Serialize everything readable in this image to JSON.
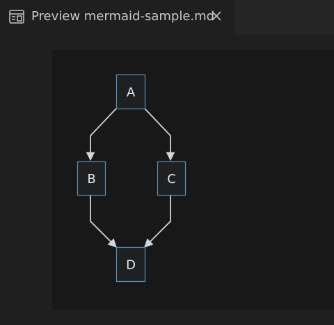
{
  "tab": {
    "title": "Preview mermaid-sample.md",
    "icon": "preview-icon",
    "close_icon": "close-icon"
  },
  "diagram": {
    "type": "flowchart",
    "nodes": [
      {
        "id": "A",
        "label": "A"
      },
      {
        "id": "B",
        "label": "B"
      },
      {
        "id": "C",
        "label": "C"
      },
      {
        "id": "D",
        "label": "D"
      }
    ],
    "edges": [
      {
        "from": "A",
        "to": "B"
      },
      {
        "from": "A",
        "to": "C"
      },
      {
        "from": "B",
        "to": "D"
      },
      {
        "from": "C",
        "to": "D"
      }
    ]
  },
  "colors": {
    "node_border": "#5a8fb8",
    "node_fill": "#1e2022",
    "edge": "#d4d4d4"
  }
}
